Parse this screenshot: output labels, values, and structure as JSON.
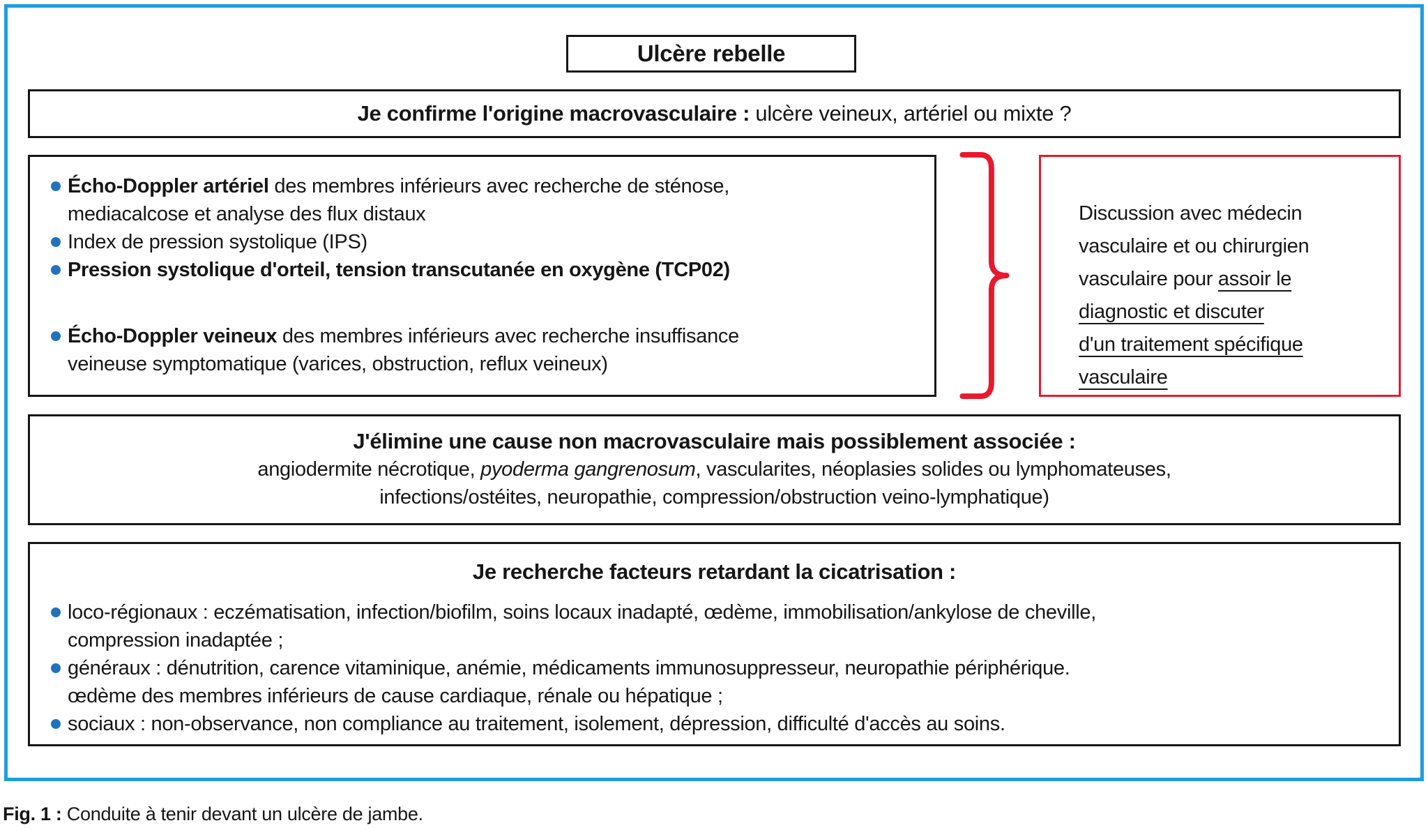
{
  "colors": {
    "frame_blue": "#1e9de0",
    "bullet_blue": "#2173b9",
    "accent_red": "#e8192d",
    "box_border_black": "#161616"
  },
  "title_box": {
    "label": "Ulcère rebelle"
  },
  "confirm": {
    "segments": [
      {
        "t": "Je confirme l'origine macrovasculaire :",
        "b": 1
      },
      {
        "t": " ulcère veineux, artériel ou mixte ?"
      }
    ]
  },
  "workup": {
    "items": [
      {
        "lines": [
          [
            {
              "t": "Écho-Doppler artériel",
              "b": 1
            },
            {
              "t": " des membres inférieurs avec recherche de sténose,"
            }
          ],
          [
            {
              "t": "mediacalcose et analyse des flux distaux"
            }
          ]
        ]
      },
      {
        "lines": [
          [
            {
              "t": "Index de pression systolique (IPS)"
            }
          ]
        ]
      },
      {
        "lines": [
          [
            {
              "t": "Pression systolique d'orteil, tension transcutanée en oxygène (TCP02)",
              "b": 1
            }
          ]
        ]
      },
      {
        "lines": [
          [
            {
              "t": "Écho-Doppler veineux",
              "b": 1
            },
            {
              "t": " des membres inférieurs avec recherche insuffisance"
            }
          ],
          [
            {
              "t": "veineuse symptomatique (varices, obstruction, reflux veineux)"
            }
          ]
        ]
      }
    ]
  },
  "discussion": {
    "lines": [
      [
        {
          "t": "Discussion avec médecin"
        }
      ],
      [
        {
          "t": "vasculaire et ou chirurgien"
        }
      ],
      [
        {
          "t": "vasculaire pour "
        },
        {
          "t": "assoir le",
          "u": 1
        }
      ],
      [
        {
          "t": "diagnostic et discuter",
          "u": 1
        }
      ],
      [
        {
          "t": "d'un traitement spécifique",
          "u": 1
        }
      ],
      [
        {
          "t": "vasculaire ",
          "u": 1
        }
      ]
    ]
  },
  "eliminate": {
    "heading": "J'élimine une cause non macrovasculaire mais possiblement associée :",
    "lines": [
      [
        {
          "t": "angiodermite nécrotique, "
        },
        {
          "t": "pyoderma gangrenosum",
          "i": 1
        },
        {
          "t": ", vascularites, néoplasies solides ou lymphomateuses,"
        }
      ],
      [
        {
          "t": "infections/ostéites, neuropathie, compression/obstruction veino-lymphatique)"
        }
      ]
    ]
  },
  "factors": {
    "heading": "Je recherche facteurs retardant la cicatrisation :",
    "items": [
      {
        "lines": [
          [
            {
              "t": "loco-régionaux : eczématisation, infection/biofilm, soins locaux inadapté, œdème, immobilisation/ankylose de cheville,"
            }
          ],
          [
            {
              "t": "compression inadaptée ;"
            }
          ]
        ]
      },
      {
        "lines": [
          [
            {
              "t": "généraux : dénutrition, carence vitaminique, anémie, médicaments immunosuppresseur, neuropathie périphérique."
            }
          ],
          [
            {
              "t": "œdème des membres inférieurs de cause cardiaque, rénale ou hépatique ;"
            }
          ]
        ]
      },
      {
        "lines": [
          [
            {
              "t": "sociaux : non-observance, non compliance au traitement, isolement, dépression, difficulté d'accès au soins."
            }
          ]
        ]
      }
    ]
  },
  "caption": {
    "segments": [
      {
        "t": "Fig. 1 :",
        "b": 1
      },
      {
        "t": " Conduite à tenir devant un ulcère de jambe."
      }
    ]
  }
}
